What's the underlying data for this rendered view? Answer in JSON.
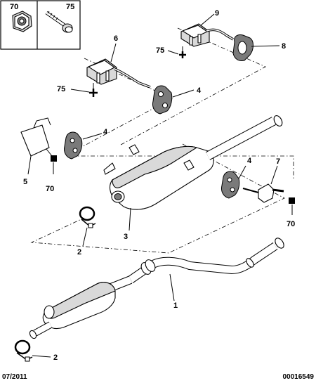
{
  "callouts": {
    "c70_box": "70",
    "c75_box": "75",
    "c9": "9",
    "c6": "6",
    "c8": "8",
    "c75_a": "75",
    "c75_b": "75",
    "c4_a": "4",
    "c4_b": "4",
    "c4_c": "4",
    "c5": "5",
    "c70_a": "70",
    "c7": "7",
    "c70_b": "70",
    "c3": "3",
    "c2_a": "2",
    "c1": "1",
    "c2_b": "2"
  },
  "footer": {
    "date": "07/2011",
    "ref": "00016549"
  }
}
